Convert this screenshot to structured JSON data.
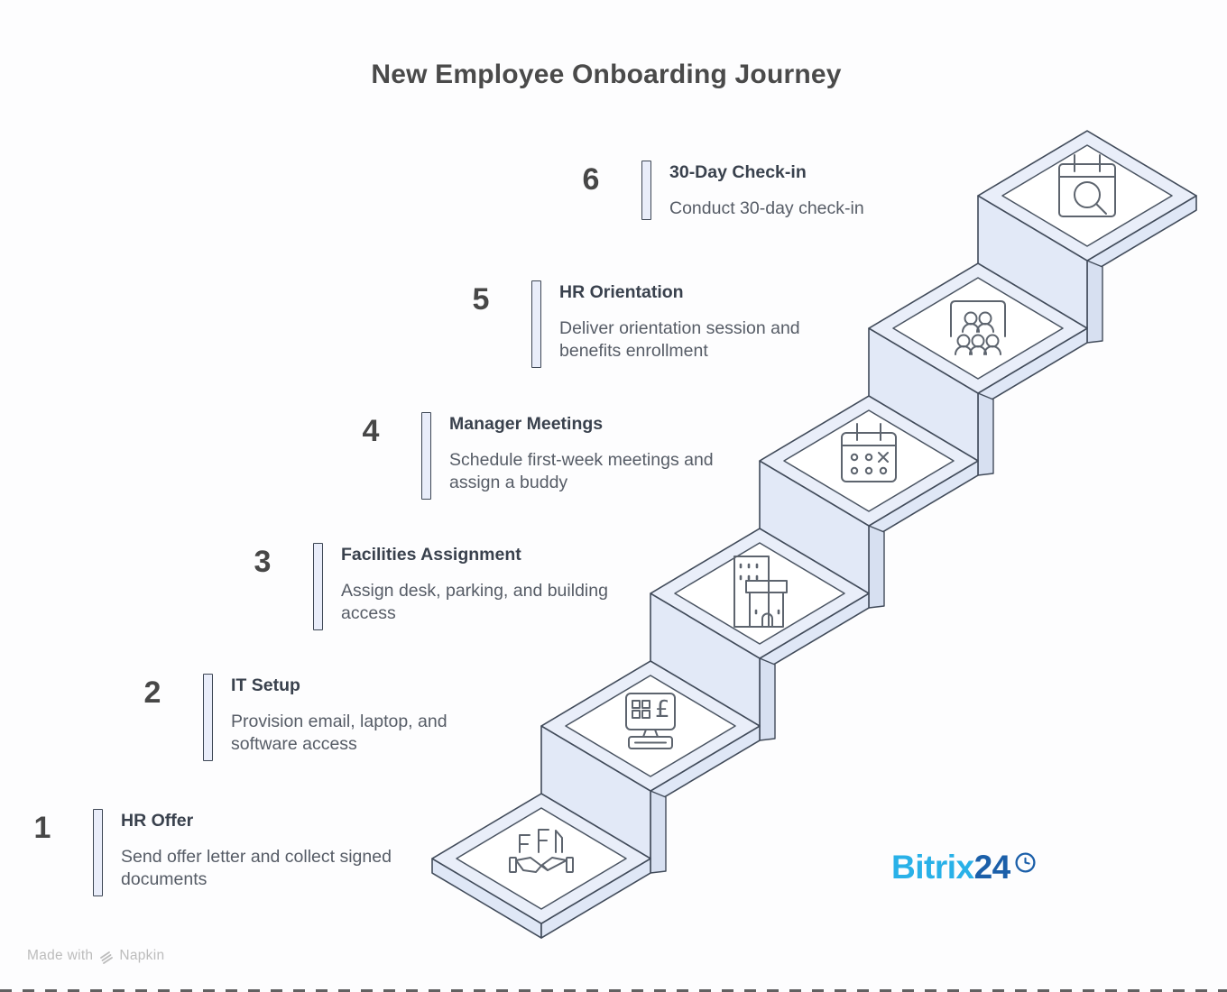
{
  "title": "New Employee Onboarding Journey",
  "steps": [
    {
      "number": "1",
      "title": "HR Offer",
      "description": "Send offer letter and collect signed documents",
      "icon": "handshake-icon"
    },
    {
      "number": "2",
      "title": "IT Setup",
      "description": "Provision email, laptop, and software access",
      "icon": "computer-icon"
    },
    {
      "number": "3",
      "title": "Facilities Assignment",
      "description": "Assign desk, parking, and building access",
      "icon": "building-icon"
    },
    {
      "number": "4",
      "title": "Manager Meetings",
      "description": "Schedule first-week meetings and assign a buddy",
      "icon": "calendar-x-icon"
    },
    {
      "number": "5",
      "title": "HR Orientation",
      "description": "Deliver orientation session and benefits enrollment",
      "icon": "audience-icon"
    },
    {
      "number": "6",
      "title": "30-Day Check-in",
      "description": "Conduct 30-day check-in",
      "icon": "calendar-search-icon"
    }
  ],
  "logo": {
    "brand": "Bitrix",
    "suffix": "24",
    "icon": "clock-icon"
  },
  "watermark": {
    "prefix": "Made with",
    "brand": "Napkin",
    "icon": "napkin-logo-icon"
  },
  "colors": {
    "platform_top": "#e9eef9",
    "platform_side": "#dfe7f6",
    "riser": "#e2e9f7",
    "outline": "#414b5a",
    "icon_stroke": "#5d646e",
    "bitrix_light": "#29b1e8",
    "bitrix_dark": "#1b5fa9"
  }
}
